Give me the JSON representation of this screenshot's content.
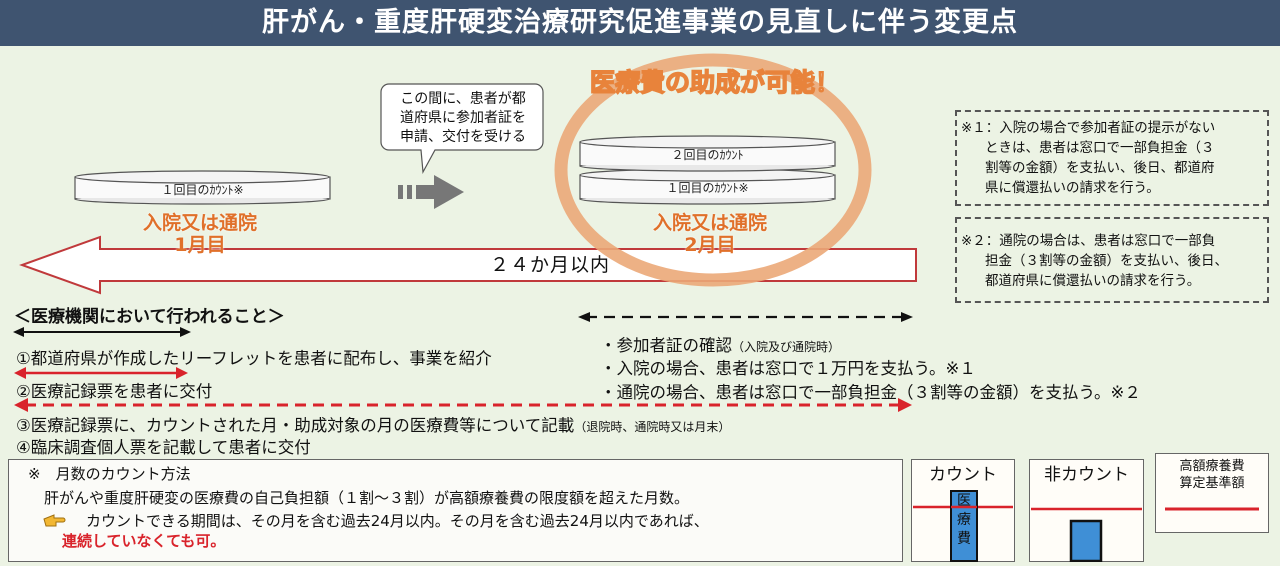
{
  "title": "肝がん・重度肝硬変治療研究促進事業の見直しに伴う変更点",
  "first_visit": {
    "disk_label": "１回目のｶｳﾝﾄ※",
    "event_line1": "入院又は通院",
    "event_line2": "1月目"
  },
  "second_visit": {
    "disk_top_label": "２回目のｶｳﾝﾄ",
    "disk_bottom_label": "１回目のｶｳﾝﾄ※",
    "event_line1": "入院又は通院",
    "event_line2": "2月目"
  },
  "callout": {
    "line1": "この間に、患者が都",
    "line2": "道府県に参加者証を",
    "line3": "申請、交付を受ける"
  },
  "subsidy_label": "医療費の助成が可能！",
  "period_label": "２４か月以内",
  "notes": {
    "note1": {
      "line1": "※１：入院の場合で参加者証の提示がない",
      "line2": "ときは、患者は窓口で一部負担金（３",
      "line3": "割等の金額）を支払い、後日、都道府",
      "line4": "県に償還払いの請求を行う。"
    },
    "note2": {
      "line1": "※２：通院の場合は、患者は窓口で一部負",
      "line2": "担金（３割等の金額）を支払い、後日、",
      "line3": "都道府県に償還払いの請求を行う。"
    }
  },
  "section_title": "＜医療機関において行われること＞",
  "steps": {
    "s1": "①都道府県が作成したリーフレットを患者に配布し、事業を紹介",
    "s2": "②医療記録票を患者に交付",
    "s3_main": "③医療記録票に、カウントされた月・助成対象の月の医療費等について記載",
    "s3_small": "（退院時、通院時又は月末）",
    "s4": "④臨床調査個人票を記載して患者に交付"
  },
  "bullets": {
    "b1_main": "・参加者証の確認",
    "b1_small": "（入院及び通院時）",
    "b2": "・入院の場合、患者は窓口で１万円を支払う。※１",
    "b3": "・通院の場合、患者は窓口で一部負担金（３割等の金額）を支払う。※２"
  },
  "count_method": {
    "heading": "※　月数のカウント方法",
    "line1": "肝がんや重度肝硬変の医療費の自己負担額（１割～３割）が高額療養費の限度額を超えた月数。",
    "line2": "カウントできる期間は、その月を含む過去24月以内。その月を含む過去24月以内であれば、",
    "line3": "連続していなくても可。"
  },
  "legend": {
    "count_label": "カウント",
    "bar_text": [
      "医",
      "療",
      "費"
    ],
    "noncount_label": "非カウント",
    "threshold_line1": "高額療養費",
    "threshold_line2": "算定基準額"
  },
  "colors": {
    "title_bar": "#3f5470",
    "background": "#ecf3e4",
    "accent_orange": "#e0702a",
    "red": "#d9232b",
    "blue_bar": "#3f8fd6"
  }
}
